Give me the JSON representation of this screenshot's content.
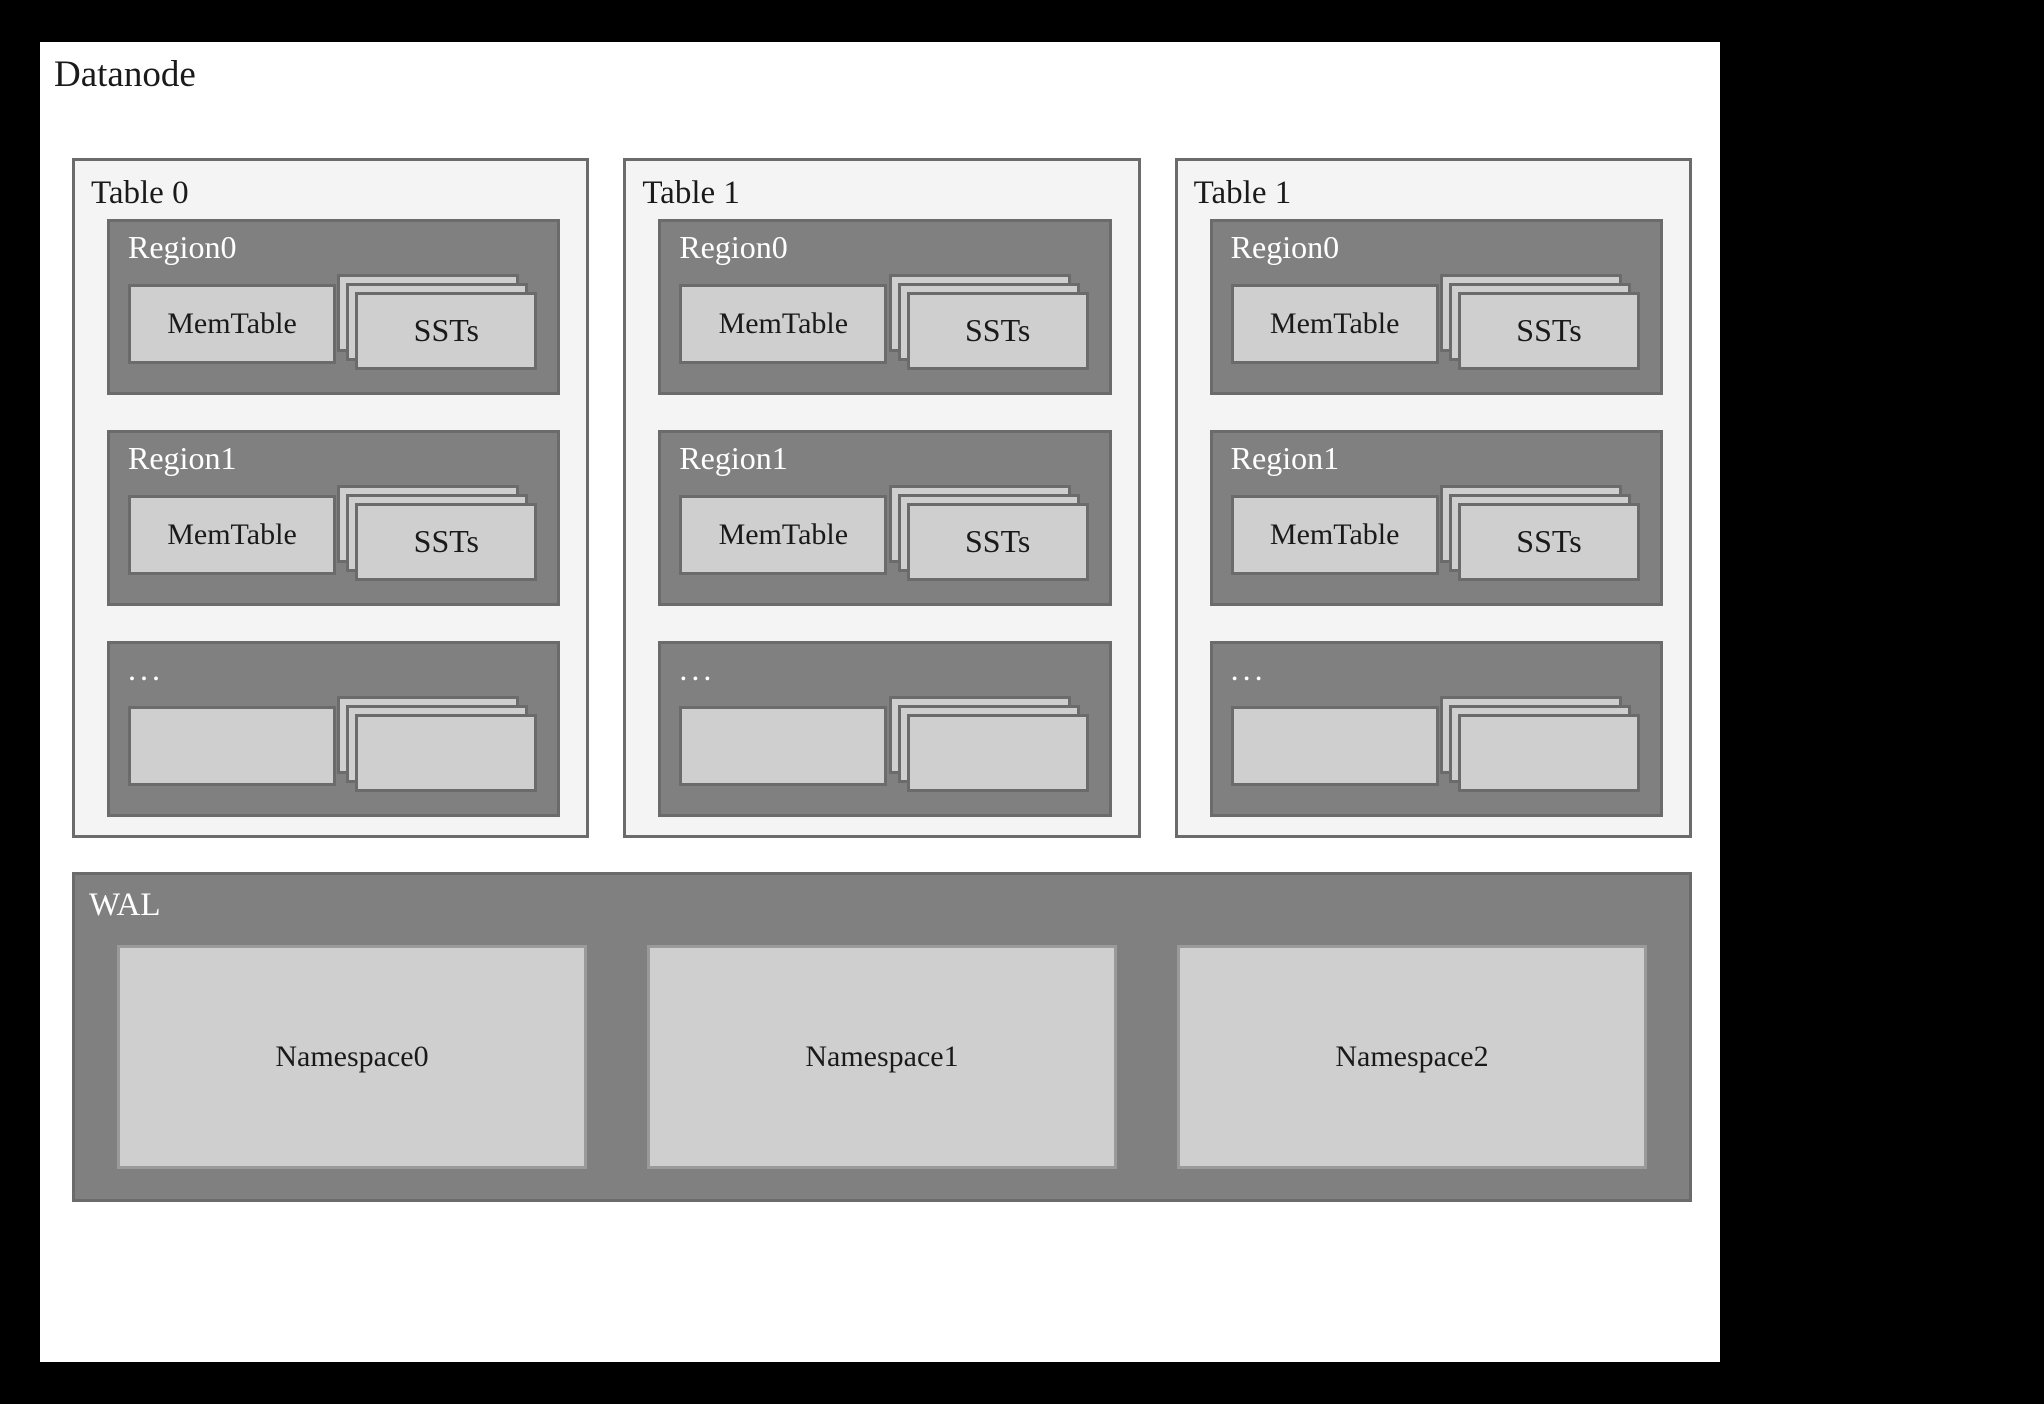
{
  "diagram": {
    "title": "Datanode",
    "background_color": "#000000",
    "panel_color": "#ffffff",
    "table_panel_color": "#f4f4f4",
    "region_color": "#808080",
    "box_color": "#cfcfcf",
    "border_color": "#6b6b6b",
    "label_light_color": "#ffffff",
    "label_dark_color": "#1a1a1a"
  },
  "tables": [
    {
      "label": "Table 0",
      "regions": [
        {
          "label": "Region0",
          "memtable": "MemTable",
          "ssts": "SSTs"
        },
        {
          "label": "Region1",
          "memtable": "MemTable",
          "ssts": "SSTs"
        },
        {
          "label": "...",
          "memtable": "",
          "ssts": ""
        }
      ]
    },
    {
      "label": "Table 1",
      "regions": [
        {
          "label": "Region0",
          "memtable": "MemTable",
          "ssts": "SSTs"
        },
        {
          "label": "Region1",
          "memtable": "MemTable",
          "ssts": "SSTs"
        },
        {
          "label": "...",
          "memtable": "",
          "ssts": ""
        }
      ]
    },
    {
      "label": "Table 1",
      "regions": [
        {
          "label": "Region0",
          "memtable": "MemTable",
          "ssts": "SSTs"
        },
        {
          "label": "Region1",
          "memtable": "MemTable",
          "ssts": "SSTs"
        },
        {
          "label": "...",
          "memtable": "",
          "ssts": ""
        }
      ]
    }
  ],
  "wal": {
    "label": "WAL",
    "namespaces": [
      {
        "label": "Namespace0"
      },
      {
        "label": "Namespace1"
      },
      {
        "label": "Namespace2"
      }
    ]
  }
}
